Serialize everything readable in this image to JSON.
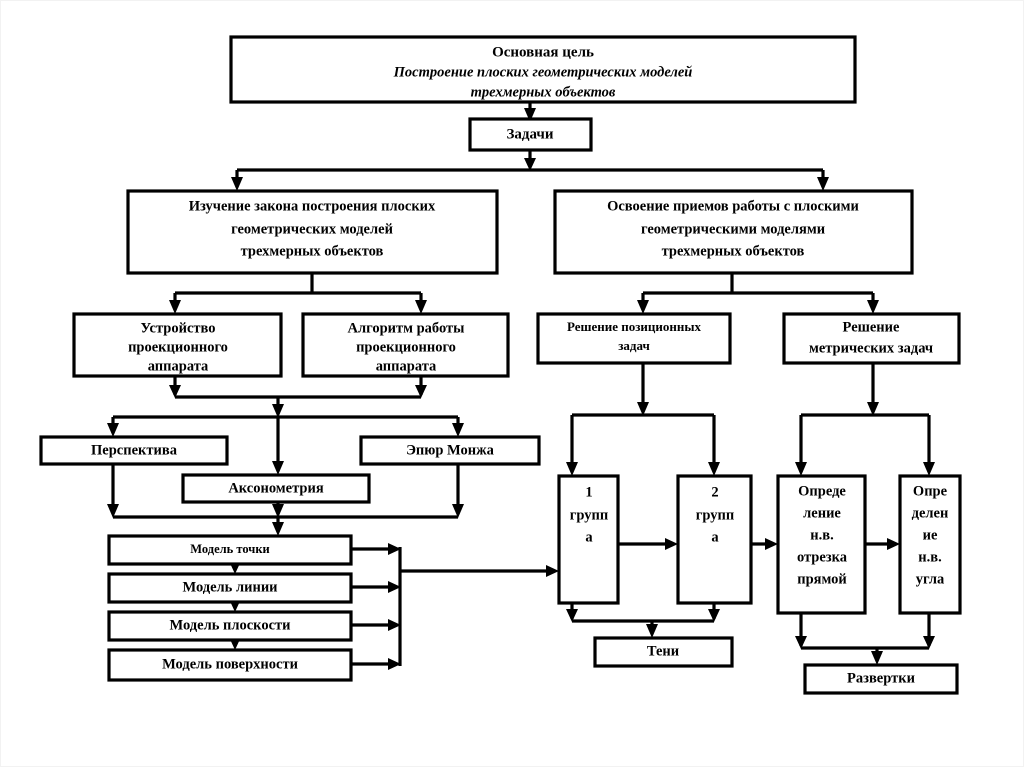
{
  "slide": {
    "background_color": "#ffffff",
    "border_color": "#f2f2f2",
    "line_color": "#000000",
    "box_fill": "#ffffff"
  },
  "diagram": {
    "type": "flowchart",
    "language": "ru",
    "goal": {
      "heading": "Основная цель",
      "line1": "Построение плоских  геометрических моделей",
      "line2": "трехмерных объектов"
    },
    "tasks_label": "Задачи",
    "branch_left": {
      "line1": "Изучение закона построения  плоских",
      "line2": "геометрических моделей",
      "line3": "трехмерных объектов"
    },
    "branch_right": {
      "line1": "Освоение приемов работы с  плоскими",
      "line2": "геометрическими моделями",
      "line3": "трехмерных объектов"
    },
    "device": {
      "line1": "Устройство",
      "line2": "проекционного",
      "line3": "аппарата"
    },
    "algorithm": {
      "line1": "Алгоритм работы",
      "line2": "проекционного",
      "line3": "аппарата"
    },
    "positional": {
      "line1": "Решение  позиционных",
      "line2": "задач"
    },
    "metric": {
      "line1": "Решение",
      "line2": "метрических задач"
    },
    "perspective": "Перспектива",
    "monge": "Эпюр Монжа",
    "axonometry": "Аксонометрия",
    "models": [
      {
        "label": "Модель точки"
      },
      {
        "label": "Модель линии"
      },
      {
        "label": "Модель плоскости"
      },
      {
        "label": "Модель поверхности"
      }
    ],
    "group1": {
      "line1": "1",
      "line2": "групп",
      "line3": "а"
    },
    "group2": {
      "line1": "2",
      "line2": "групп",
      "line3": "а"
    },
    "segment": {
      "line1": "Опреде",
      "line2": "ление",
      "line3": "н.в.",
      "line4": "отрезка",
      "line5": "прямой"
    },
    "angle": {
      "line1": "Опре",
      "line2": "делен",
      "line3": "ие",
      "line4": "н.в.",
      "line5": "угла"
    },
    "shadows": "Тени",
    "developments": "Развертки"
  }
}
